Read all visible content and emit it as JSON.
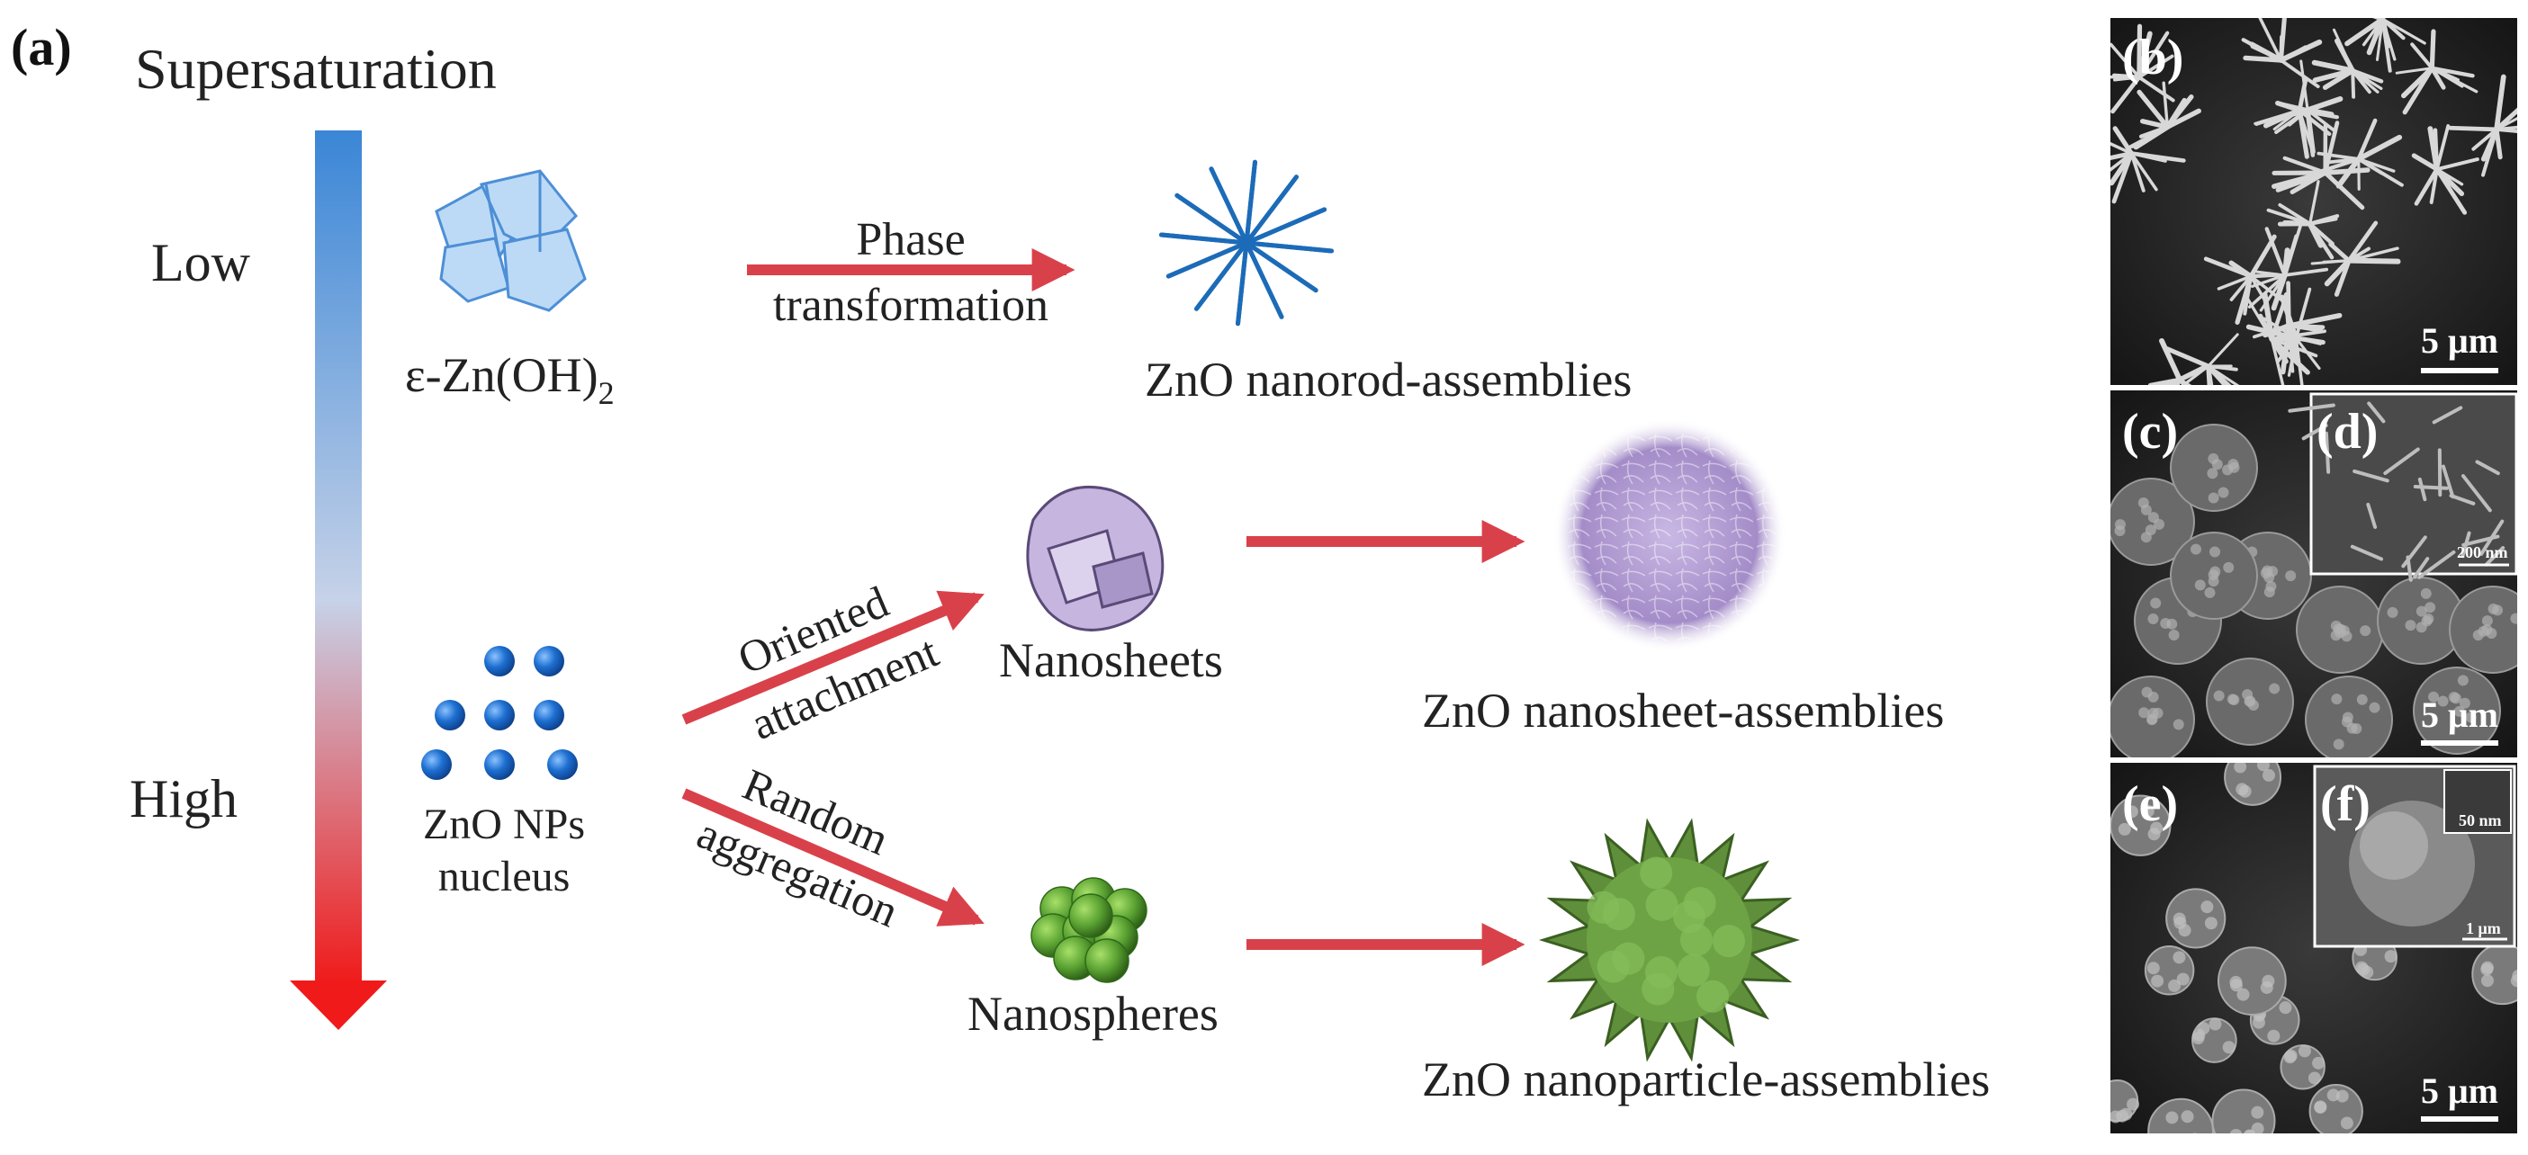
{
  "panel_a": {
    "label": "(a)",
    "axis": {
      "title": "Supersaturation",
      "low": "Low",
      "high": "High"
    },
    "precursors": {
      "zn_oh": "ε-Zn(OH)",
      "zn_oh_subscript": "2",
      "nps_line1": "ZnO NPs",
      "nps_line2": "nucleus"
    },
    "arrows": {
      "phase_line1": "Phase",
      "phase_line2": "transformation",
      "oriented_line1": "Oriented",
      "oriented_line2": "attachment",
      "random_line1": "Random",
      "random_line2": "aggregation"
    },
    "intermediates": {
      "nanosheets": "Nanosheets",
      "nanospheres": "Nanospheres"
    },
    "products": {
      "nanorod": "ZnO nanorod-assemblies",
      "nanosheet": "ZnO nanosheet-assemblies",
      "nanoparticle": "ZnO nanoparticle-assemblies"
    }
  },
  "sem_panels": {
    "b": {
      "label": "(b)",
      "scale": "5 μm"
    },
    "c": {
      "label": "(c)",
      "scale": "5 μm"
    },
    "d": {
      "label": "(d)",
      "scale": "200 nm"
    },
    "e": {
      "label": "(e)",
      "scale": "5 μm"
    },
    "f": {
      "label": "(f)",
      "scale": "1 μm",
      "inset_scale": "50 nm"
    }
  },
  "colors": {
    "arrow_red": "#d9414a",
    "gradient_top": "#3a86d6",
    "gradient_bottom": "#f01a1a",
    "title_blue": "#1f3f77",
    "dot_blue": "#1d6fd1",
    "star_blue": "#1c6bb8",
    "sheet_purple": "#b8a6d0",
    "sphere_green": "#5aa232"
  }
}
